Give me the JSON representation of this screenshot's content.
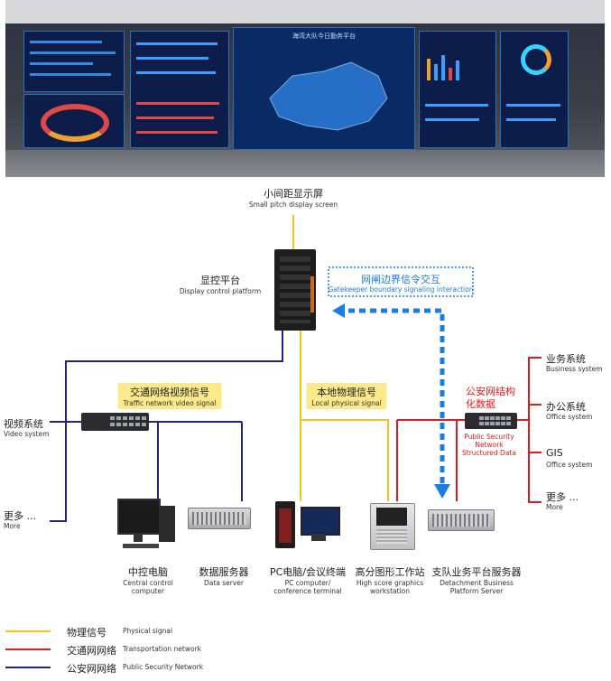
{
  "display_screen": {
    "cn": "小间距显示屏",
    "en": "Small pitch display screen"
  },
  "wall_title": "海湾大队今日勤务平台",
  "control_platform": {
    "cn": "显控平台",
    "en": "Display control platform"
  },
  "gatekeeper": {
    "cn": "网闸边界信令交互",
    "en": "Gatekeeper boundary signaling interaction"
  },
  "traffic_video": {
    "cn": "交通网络视频信号",
    "en": "Traffic network video signal"
  },
  "local_physical": {
    "cn": "本地物理信号",
    "en": "Local physical signal"
  },
  "video_system": {
    "cn": "视频系统",
    "en": "Video system"
  },
  "more_left": {
    "cn": "更多 ...",
    "en": "More"
  },
  "ps_structured": {
    "cn1": "公安网结构",
    "cn2": "化数据",
    "en1": "Public Security",
    "en2": "Network",
    "en3": "Structured Data"
  },
  "right_systems": [
    {
      "cn": "业务系统",
      "en": "Business system"
    },
    {
      "cn": "办公系统",
      "en": "Office system"
    },
    {
      "cn": "GIS",
      "en": "Office system"
    },
    {
      "cn": "更多 ...",
      "en": "More"
    }
  ],
  "devices": [
    {
      "cn": "中控电脑",
      "en1": "Central control",
      "en2": "computer"
    },
    {
      "cn": "数据服务器",
      "en1": "Data server",
      "en2": ""
    },
    {
      "cn": "PC电脑/会议终端",
      "en1": "PC computer/",
      "en2": "conference terminal"
    },
    {
      "cn": "高分图形工作站",
      "en1": "High score graphics",
      "en2": "workstation"
    },
    {
      "cn": "支队业务平台服务器",
      "en1": "Detachment Business",
      "en2": "Platform Server"
    }
  ],
  "legend": [
    {
      "cn": "物理信号",
      "en": "Physical signal",
      "color": "#f5c518"
    },
    {
      "cn": "交通网网络",
      "en": "Transportation network",
      "color": "#e01b1b"
    },
    {
      "cn": "公安网网络",
      "en": "Public Security Network",
      "color": "#23237a"
    }
  ],
  "colors": {
    "physical": "#f5c518",
    "transport": "#e01b1b",
    "security": "#23237a",
    "gatekeeper": "#1a7ee0"
  }
}
